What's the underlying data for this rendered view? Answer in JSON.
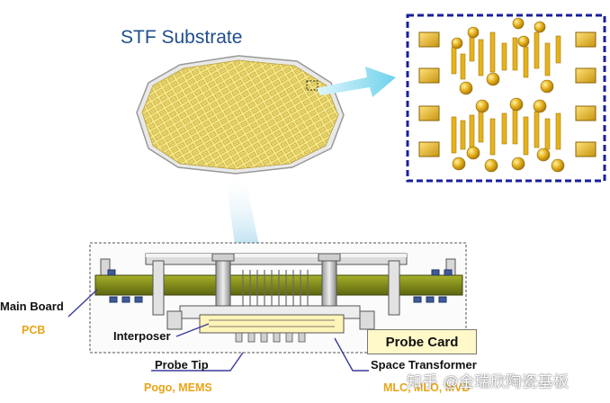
{
  "diagram": {
    "title": "STF Substrate",
    "labels": {
      "main_board": "Main Board",
      "main_board_sub": "PCB",
      "interposer": "Interposer",
      "probe_tip": "Probe Tip",
      "probe_tip_sub": "Pogo, MEMS",
      "space_transformer": "Space Transformer",
      "space_transformer_sub": "MLC, MLO, MVD",
      "probe_card": "Probe Card"
    },
    "watermark": "知乎 @金瑞欣陶瓷基板",
    "colors": {
      "title": "#1f4e8c",
      "substrate_fill": "#f2e68a",
      "substrate_pattern": "#c8a62a",
      "pad_gold": "#e6b21c",
      "detail_border": "#1a1f9c",
      "board_green": "#7f8a1a",
      "label_accent": "#e8a517",
      "leader_lines": "#3a3a9a",
      "arrow": "#7fd8ee"
    }
  }
}
